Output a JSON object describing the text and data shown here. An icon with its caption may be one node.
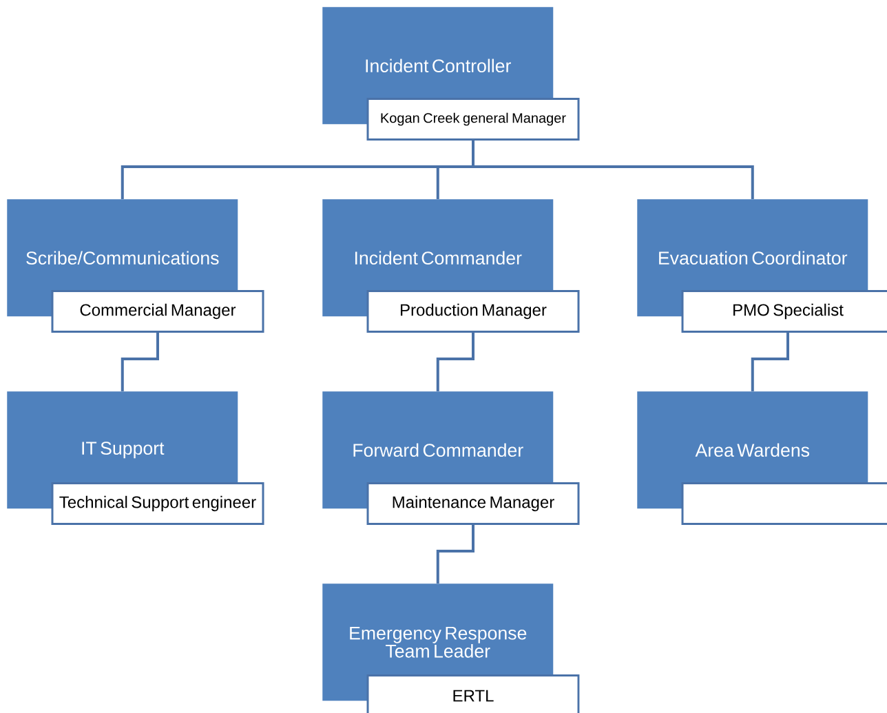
{
  "diagram": {
    "nodes": [
      {
        "text": [
          "Incident Controller",
          "Kogan Creek general Manager"
        ]
      },
      {
        "text": [
          "Scribe/Communications",
          "Commercial Manager"
        ]
      },
      {
        "text": [
          "Incident Commander",
          "Production Manager"
        ]
      },
      {
        "text": [
          "Evacuation Coordinator",
          "PMO Specialist"
        ]
      },
      {
        "text": [
          "IT Support",
          "Technical Support engineer"
        ]
      },
      {
        "text": [
          "Forward Commander",
          "Maintenance Manager"
        ]
      },
      {
        "text": [
          "Area Wardens"
        ]
      },
      {
        "text": [
          "Emergency Response Team Leader",
          "ERTL"
        ]
      }
    ],
    "edges": [
      {
        "from": 0,
        "to": 1,
        "arrow": "none"
      },
      {
        "from": 0,
        "to": 2,
        "arrow": "none"
      },
      {
        "from": 0,
        "to": 3,
        "arrow": "none"
      },
      {
        "from": 1,
        "to": 4,
        "arrow": "none"
      },
      {
        "from": 2,
        "to": 5,
        "arrow": "none"
      },
      {
        "from": 3,
        "to": 6,
        "arrow": "none"
      },
      {
        "from": 5,
        "to": 7,
        "arrow": "none"
      }
    ]
  }
}
